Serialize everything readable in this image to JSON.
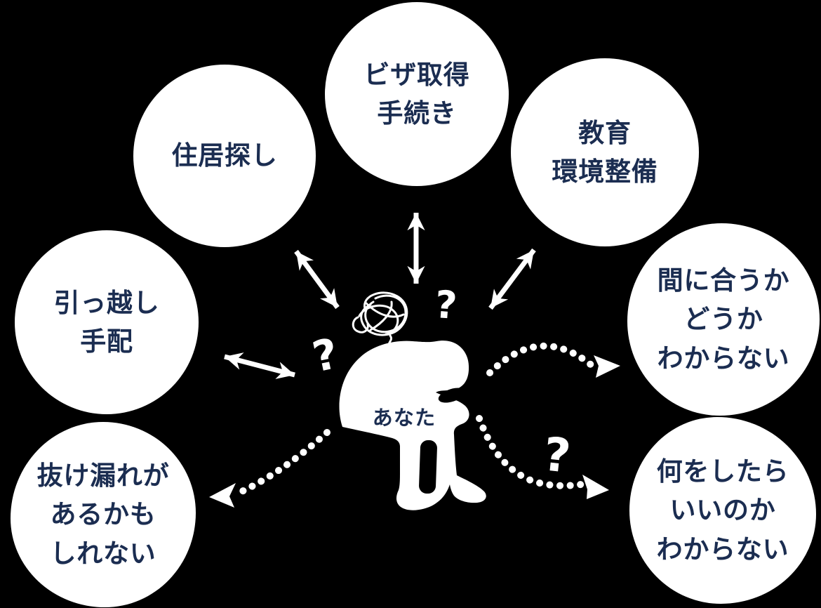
{
  "diagram": {
    "description_labels": {
      "center_person": "person-slumped-silhouette"
    }
  },
  "colors": {
    "background": "#000000",
    "bubble_fill": "#ffffff",
    "text_navy": "#1b2d51",
    "figure_white": "#ffffff"
  },
  "bubbles": [
    {
      "id": "housing",
      "text": "住居探し"
    },
    {
      "id": "visa",
      "text": "ビザ取得\n手続き"
    },
    {
      "id": "education",
      "text": "教育\n環境整備"
    },
    {
      "id": "moving",
      "text": "引っ越し\n手配"
    },
    {
      "id": "deadline",
      "text": "間に合うか\nどうか\nわからない"
    },
    {
      "id": "omission",
      "text": "抜け漏れが\nあるかも\nしれない"
    },
    {
      "id": "whattodo",
      "text": "何をしたら\nいいのか\nわからない"
    }
  ],
  "center": {
    "label": "あなた"
  },
  "glyphs": {
    "question_mark": "?"
  }
}
